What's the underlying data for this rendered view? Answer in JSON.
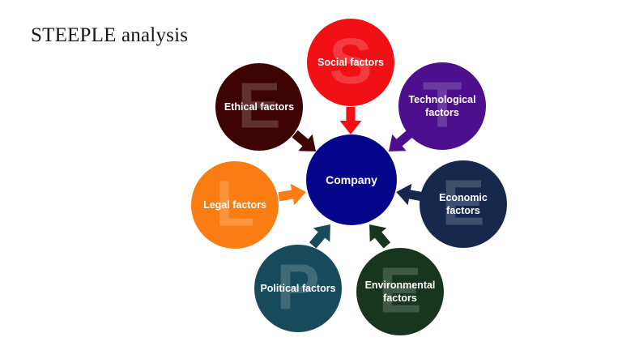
{
  "title": "STEEPLE analysis",
  "diagram": {
    "type": "hub-and-spoke",
    "center": {
      "id": "company",
      "label": "Company",
      "color": "#05058B"
    },
    "nodes": [
      {
        "id": "social",
        "letter": "S",
        "label": "Social factors",
        "color": "#F01015",
        "arrow_direction": "down"
      },
      {
        "id": "technological",
        "letter": "T",
        "label": "Technological factors",
        "color": "#4E0F8E",
        "arrow_direction": "down-left"
      },
      {
        "id": "economic",
        "letter": "E",
        "label": "Economic factors",
        "color": "#16294D",
        "arrow_direction": "left"
      },
      {
        "id": "environmental",
        "letter": "E",
        "label": "Environmental factors",
        "color": "#17351F",
        "arrow_direction": "up-left"
      },
      {
        "id": "political",
        "letter": "P",
        "label": "Political factors",
        "color": "#174A5B",
        "arrow_direction": "up-right"
      },
      {
        "id": "legal",
        "letter": "L",
        "label": "Legal factors",
        "color": "#F97D13",
        "arrow_direction": "right"
      },
      {
        "id": "ethical",
        "letter": "E",
        "label": "Ethical factors",
        "color": "#3E0404",
        "arrow_direction": "down-right"
      }
    ]
  }
}
